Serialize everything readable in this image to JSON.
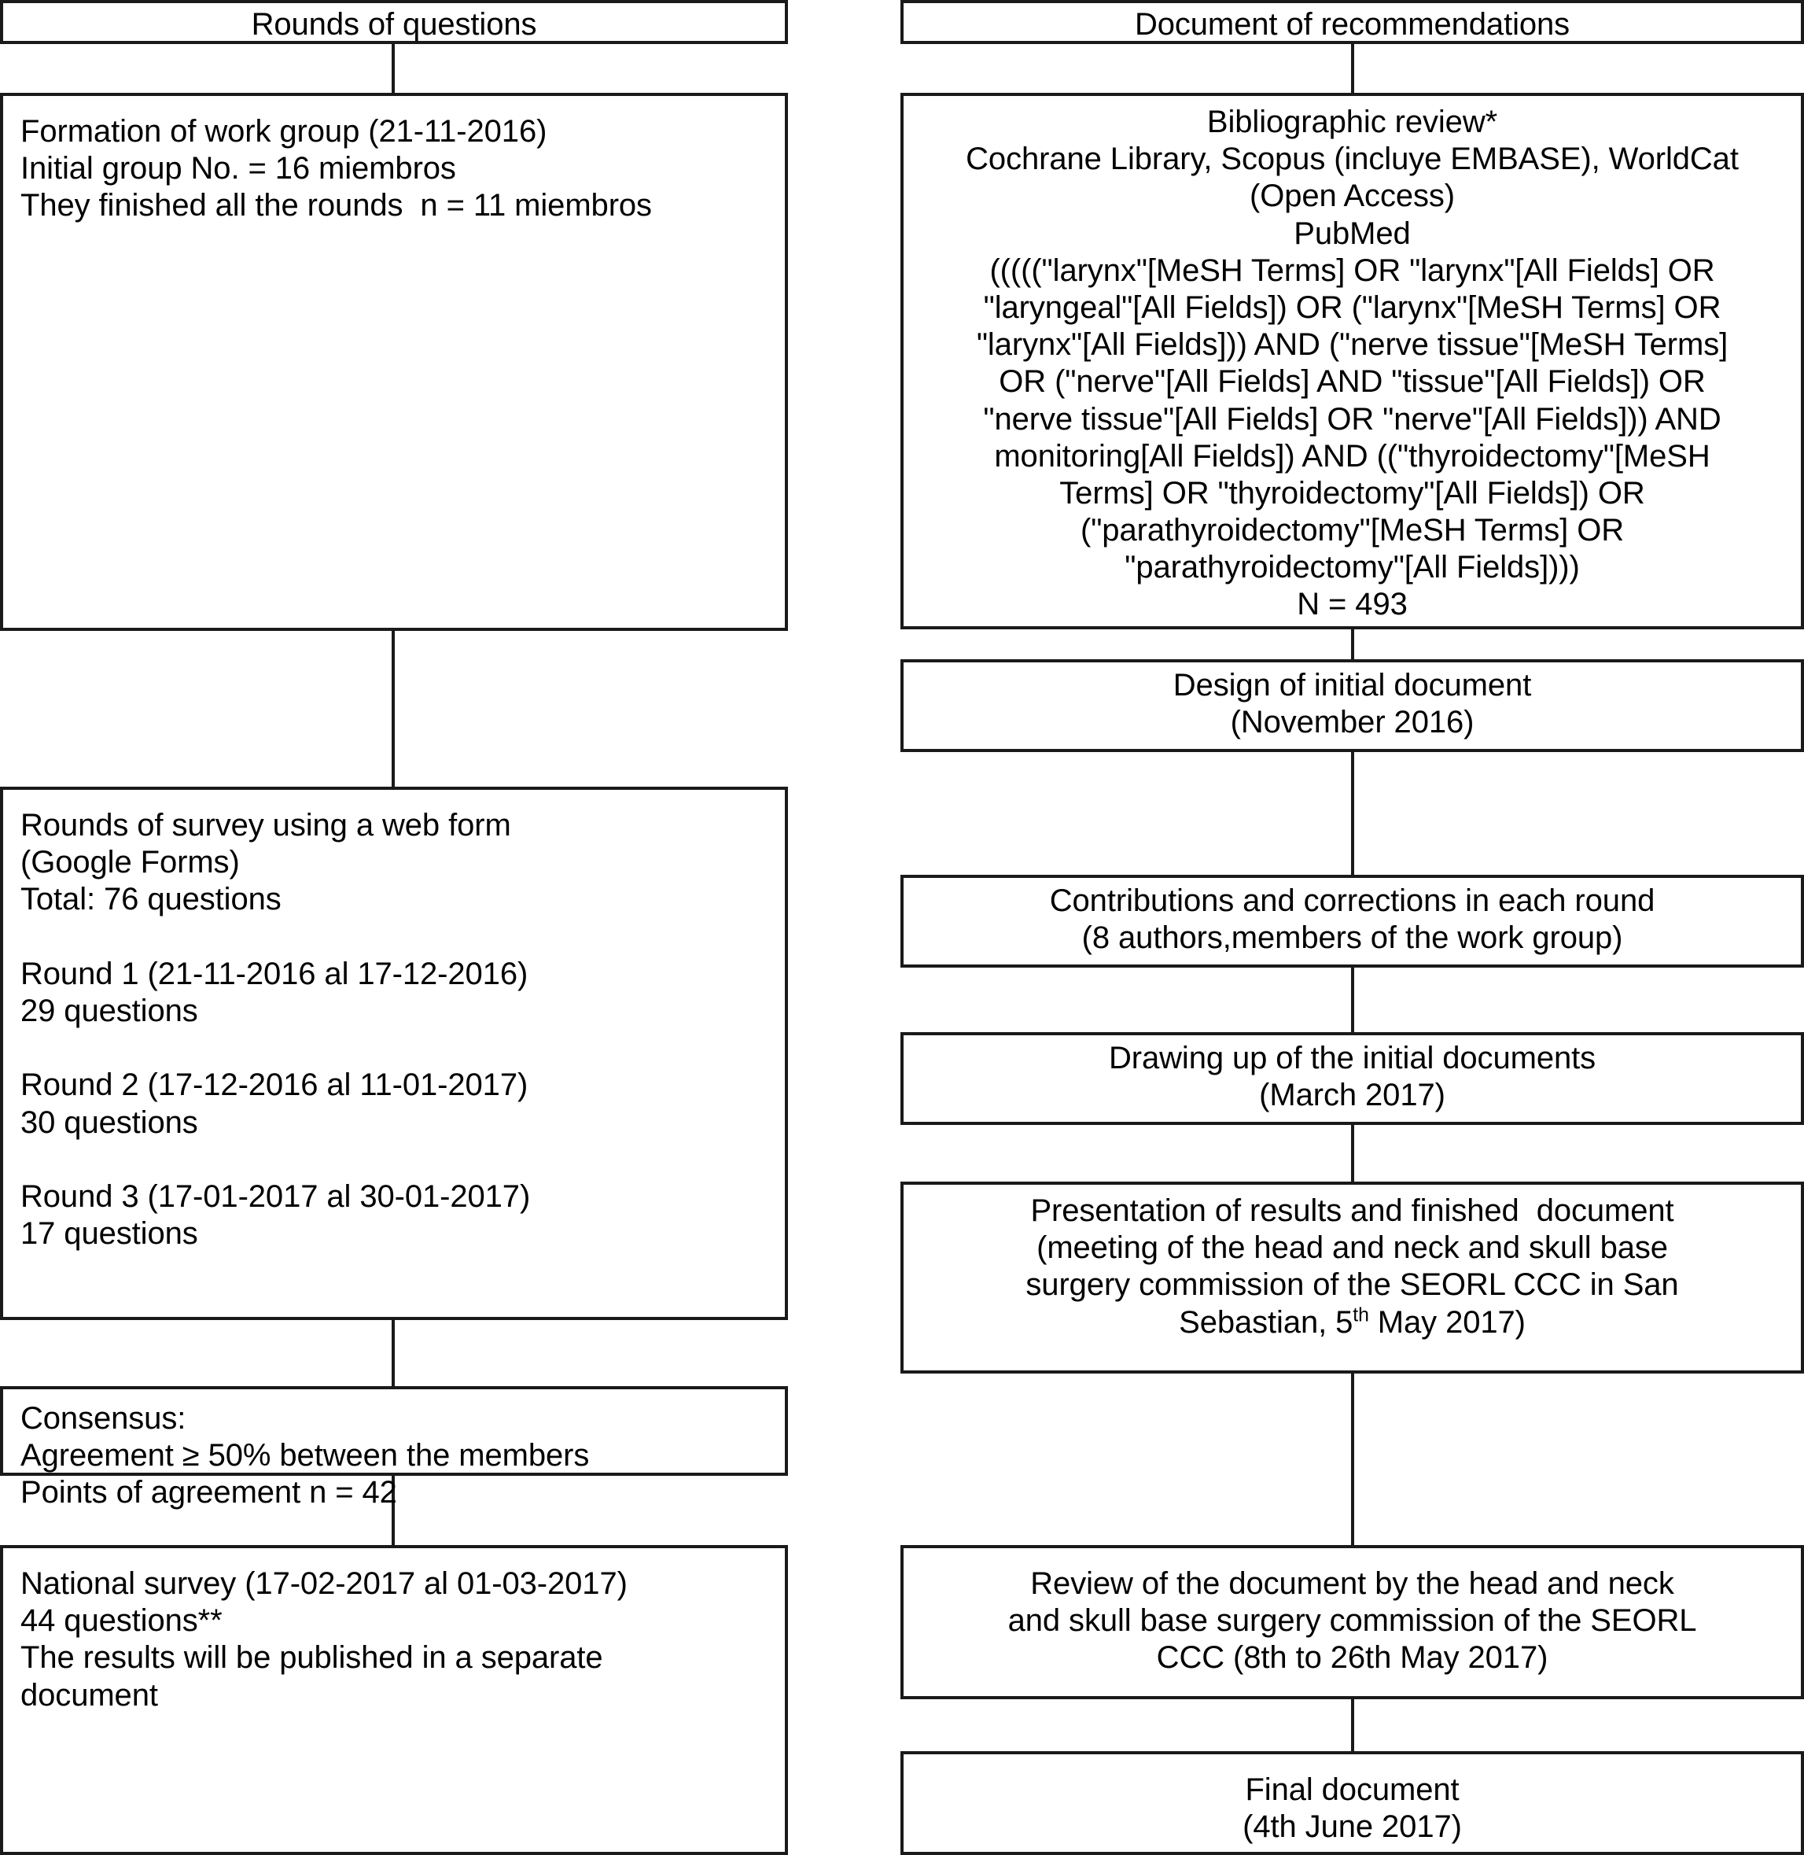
{
  "diagram": {
    "title_left": "Rounds of questions",
    "title_right": "Document of recommendations"
  },
  "left_column": {
    "header": "Rounds of questions",
    "nodes": [
      {
        "id": "formation-of-work-group",
        "text": "Formation of work group (21-11-2016)\nInitial group No. = 16 miembros\nThey finished all the rounds  n = 11 miembros"
      },
      {
        "id": "rounds-of-survey",
        "text": "Rounds of survey using a web form\n(Google Forms)\nTotal: 76 questions\n\nRound 1 (21-11-2016 al 17-12-2016)\n29 questions\n\nRound 2 (17-12-2016 al 11-01-2017)\n30 questions\n\nRound 3 (17-01-2017 al 30-01-2017)\n17 questions"
      },
      {
        "id": "consensus",
        "text": "Consensus:\nAgreement ≥ 50% between the members\nPoints of agreement n = 42"
      },
      {
        "id": "national-survey",
        "text": "National survey (17-02-2017 al 01-03-2017)\n44 questions**\nThe results will be published in a separate\ndocument"
      }
    ]
  },
  "right_column": {
    "header": "Document of recommendations",
    "nodes": [
      {
        "id": "bibliographic-review",
        "text": "Bibliographic review*\nCochrane Library, Scopus (incluye EMBASE), WorldCat\n(Open Access)\nPubMed\n(((((\"larynx\"[MeSH Terms] OR \"larynx\"[All Fields] OR\n\"laryngeal\"[All Fields]) OR (\"larynx\"[MeSH Terms] OR\n\"larynx\"[All Fields])) AND (\"nerve tissue\"[MeSH Terms]\nOR (\"nerve\"[All Fields] AND \"tissue\"[All Fields]) OR\n\"nerve tissue\"[All Fields] OR \"nerve\"[All Fields])) AND\nmonitoring[All Fields]) AND ((\"thyroidectomy\"[MeSH\nTerms] OR \"thyroidectomy\"[All Fields]) OR\n(\"parathyroidectomy\"[MeSH Terms] OR\n\"parathyroidectomy\"[All Fields])))\nN = 493"
      },
      {
        "id": "design-of-initial-document",
        "text": "Design of initial document\n(November 2016)"
      },
      {
        "id": "contributions-and-corrections",
        "text": "Contributions and corrections in each round\n(8 authors,members of the work group)"
      },
      {
        "id": "drawing-up-initial-documents",
        "text": "Drawing up of the initial documents\n(March 2017)"
      },
      {
        "id": "presentation-of-results",
        "line1": "Presentation of results and finished  document",
        "line2": "(meeting of the head and neck and skull base",
        "line3": "surgery commission of the SEORL CCC in San",
        "line4_pre": "Sebastian, 5",
        "line4_sup": "th",
        "line4_post": " May 2017)"
      },
      {
        "id": "review-of-the-document",
        "text": "Review of the document by the head and neck\nand skull base surgery commission of the SEORL\nCCC (8th to 26th May 2017)"
      },
      {
        "id": "final-document",
        "text": "Final document\n(4th June 2017)"
      }
    ]
  }
}
